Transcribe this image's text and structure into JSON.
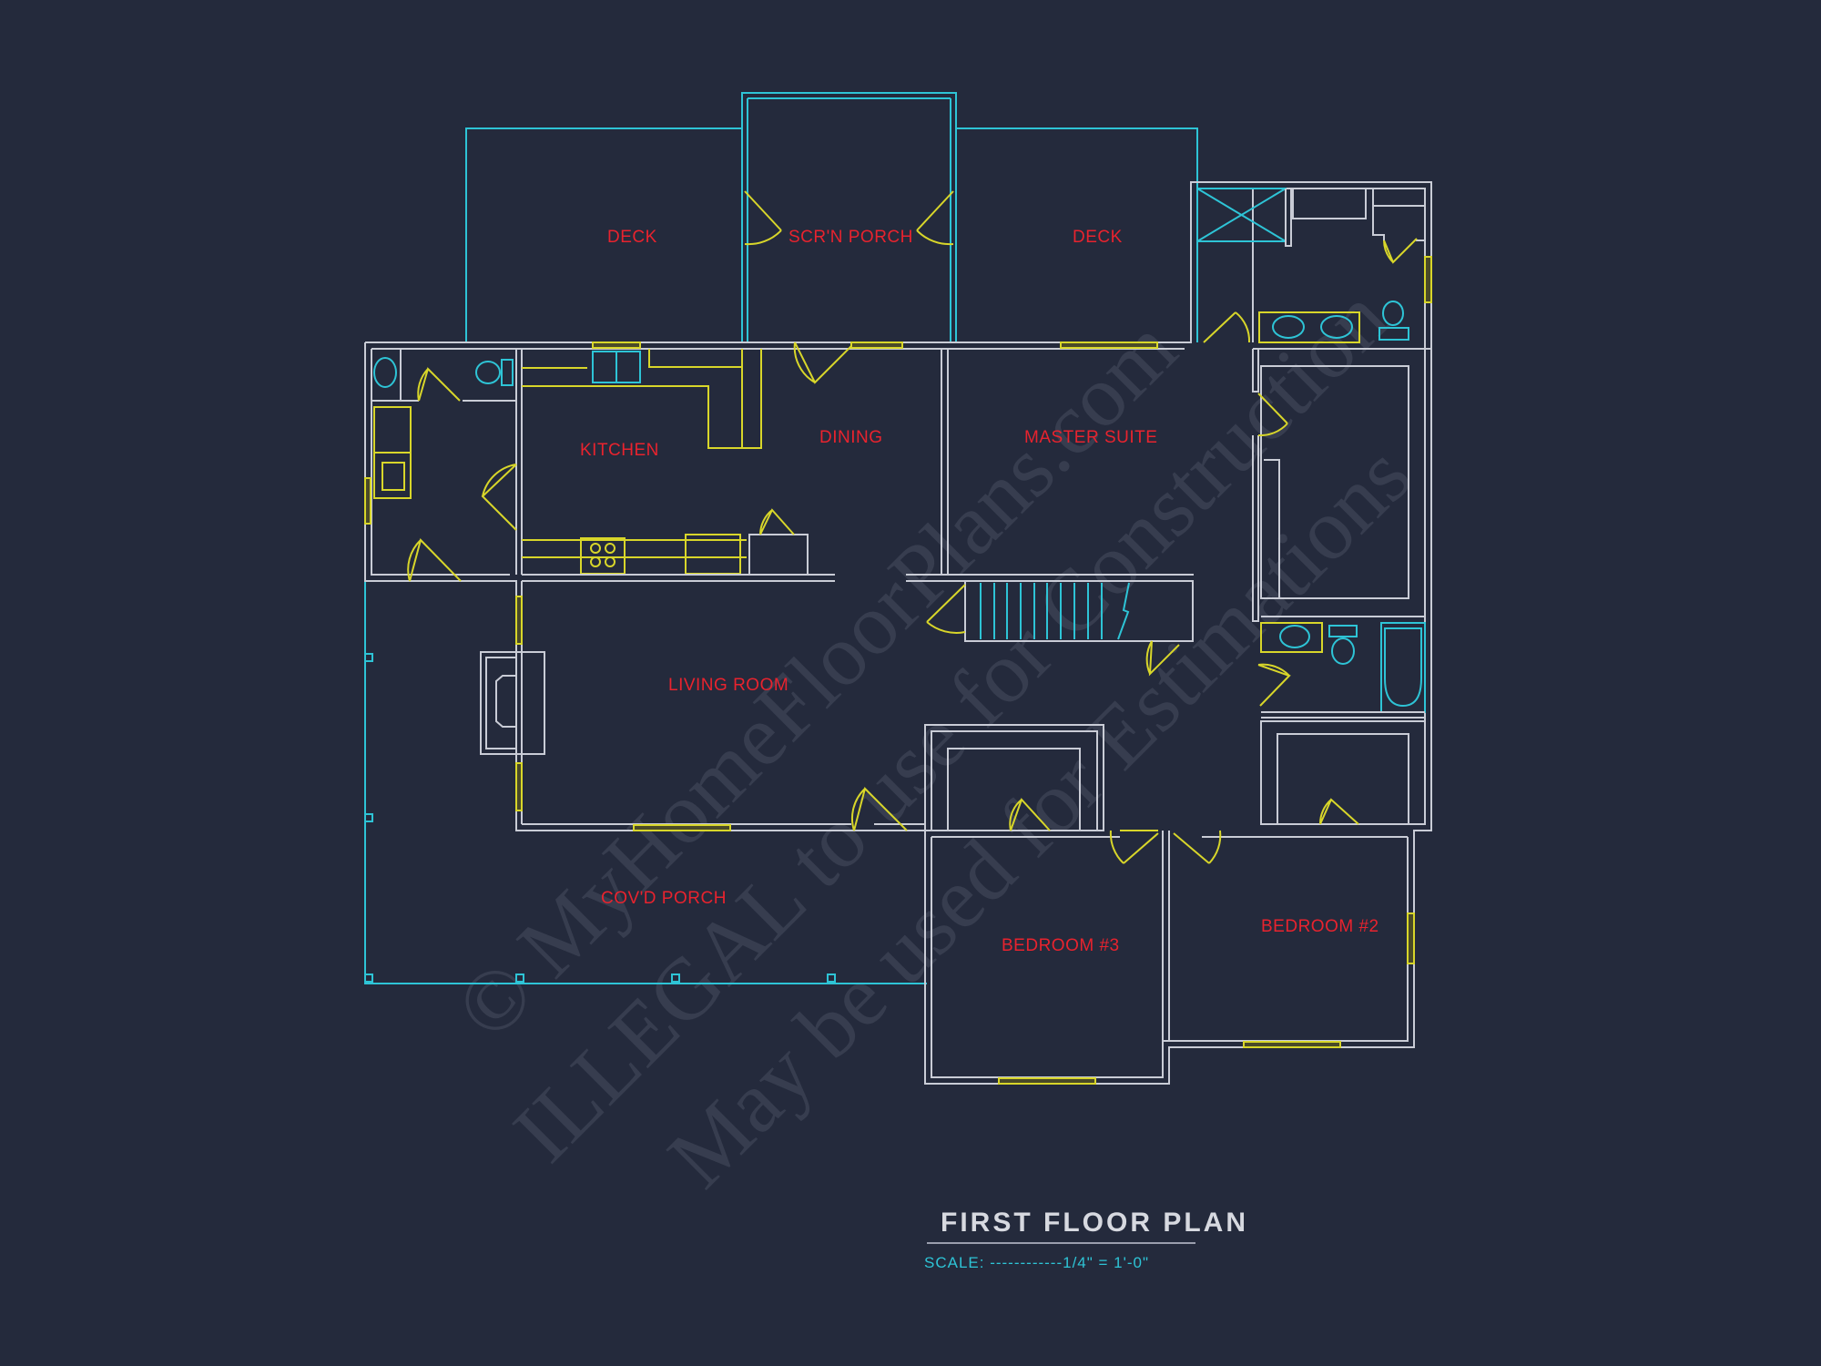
{
  "plan": {
    "title": "FIRST FLOOR PLAN",
    "scale": "SCALE: ------------1/4\" = 1'-0\"",
    "colors": {
      "background": "#242a3c",
      "walls": "#c9ccd6",
      "exterior_structures": "#2ec4d6",
      "doors_windows_fixtures": "#d8d62a",
      "room_labels": "#e8232e"
    },
    "rooms": {
      "deck_left": "DECK",
      "screen_porch": "SCR'N PORCH",
      "deck_right": "DECK",
      "kitchen": "KITCHEN",
      "dining": "DINING",
      "master_suite": "MASTER SUITE",
      "living_room": "LIVING ROOM",
      "covered_porch": "COV'D PORCH",
      "bedroom_3": "BEDROOM #3",
      "bedroom_2": "BEDROOM #2"
    },
    "watermark": {
      "line1": "© MyHomeFloorPlans.com",
      "line2": "ILLEGAL to use for Construction",
      "line3": "May be used for Estimations"
    }
  }
}
